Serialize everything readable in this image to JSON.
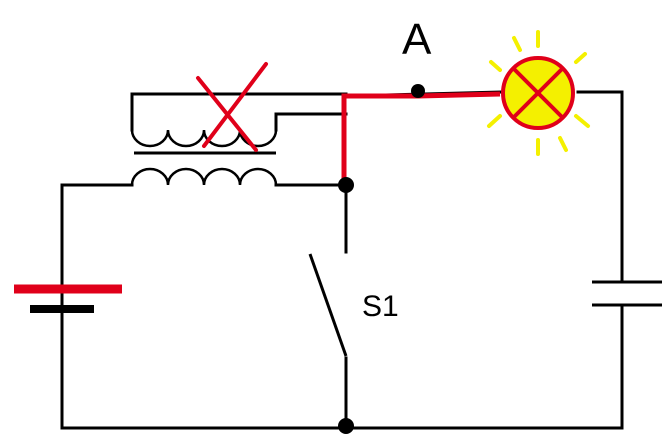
{
  "labels": {
    "point_a": "A",
    "switch": "S1"
  },
  "colors": {
    "wire": "#000000",
    "highlight": "#e0001a",
    "lamp_fill": "#f4f000",
    "lamp_rays": "#f4f000",
    "background": "#ffffff"
  },
  "components": [
    {
      "name": "battery",
      "icon": "battery-symbol"
    },
    {
      "name": "transformer",
      "icon": "transformer-symbol",
      "primary_crossed_out": true
    },
    {
      "name": "lamp",
      "icon": "lamp-symbol",
      "state": "lit"
    },
    {
      "name": "capacitor",
      "icon": "capacitor-symbol"
    },
    {
      "name": "switch",
      "icon": "switch-symbol",
      "state": "open"
    }
  ]
}
